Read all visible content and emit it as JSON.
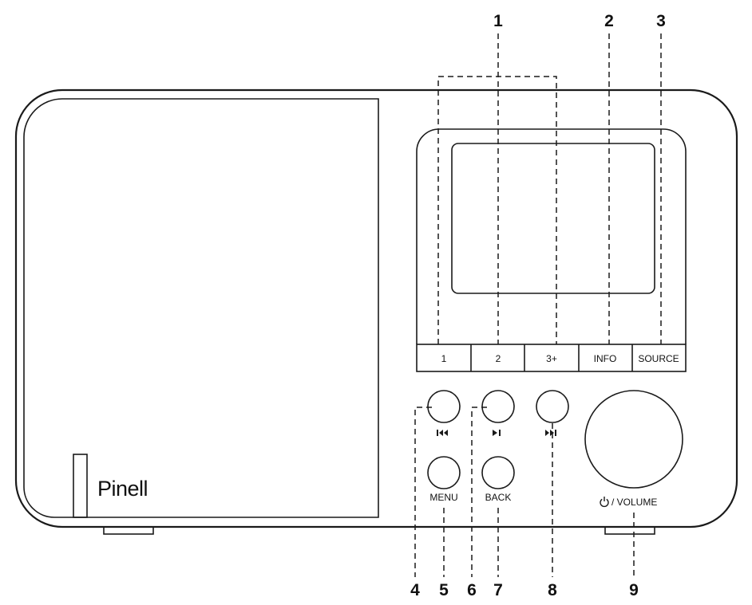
{
  "brand": "Pinell",
  "preset_buttons": [
    "1",
    "2",
    "3+",
    "INFO",
    "SOURCE"
  ],
  "button_labels": {
    "menu": "MENU",
    "back": "BACK",
    "volume": "/ VOLUME"
  },
  "icons": {
    "previous": "skip-previous-icon",
    "play_pause": "play-pause-icon",
    "next": "skip-next-icon",
    "power": "power-icon"
  },
  "callouts": {
    "c1": "1",
    "c2": "2",
    "c3": "3",
    "c4": "4",
    "c5": "5",
    "c6": "6",
    "c7": "7",
    "c8": "8",
    "c9": "9"
  }
}
